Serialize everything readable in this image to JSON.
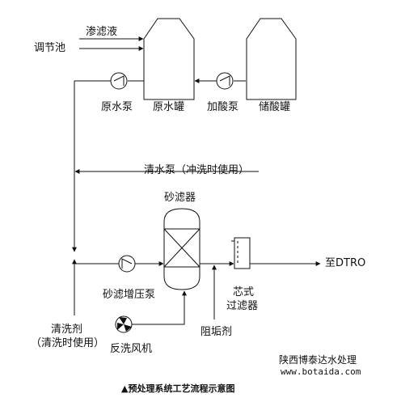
{
  "labels": {
    "tiaojiechi": "调节池",
    "shenlvye": "渗滤液",
    "yuanshuibeng": "原水泵",
    "yuanshuiguan": "原水罐",
    "jiasuanbeng": "加酸泵",
    "chusuanguan": "储酸罐",
    "qingshuibeng": "清水泵（冲洗时使用）",
    "shalvqi": "砂滤器",
    "shalv_zengyabeng": "砂滤增压泵",
    "xinshi": "芯式",
    "guolvqi": "过滤器",
    "zhi_dtro": "至DTRO",
    "qingxiji": "清洗剂",
    "qingxiji_note": "（清洗时使用）",
    "fanxi_fengji": "反洗风机",
    "zugouji": "阻垢剂"
  },
  "watermark": {
    "company": "陕西博泰达水处理",
    "url": "www.botaida.com"
  },
  "caption": "▲预处理系统工艺流程示意图",
  "colors": {
    "line": "#111111",
    "background": "#ffffff",
    "watermark_border": "#cccccc"
  }
}
